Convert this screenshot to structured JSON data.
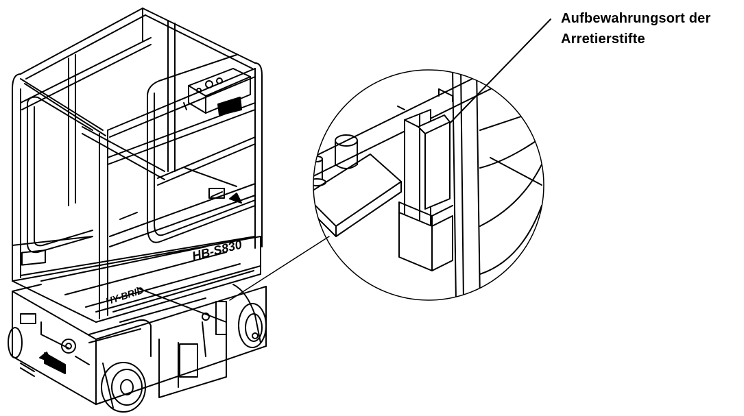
{
  "callout": {
    "line1": "Aufbewahrungsort der",
    "line2": "Arretierstifte"
  },
  "decals": {
    "model": "HB-S830",
    "brand": "HY-BRID"
  },
  "colors": {
    "ink": "#000000",
    "paper": "#ffffff",
    "shade": "#b8b8b8"
  }
}
